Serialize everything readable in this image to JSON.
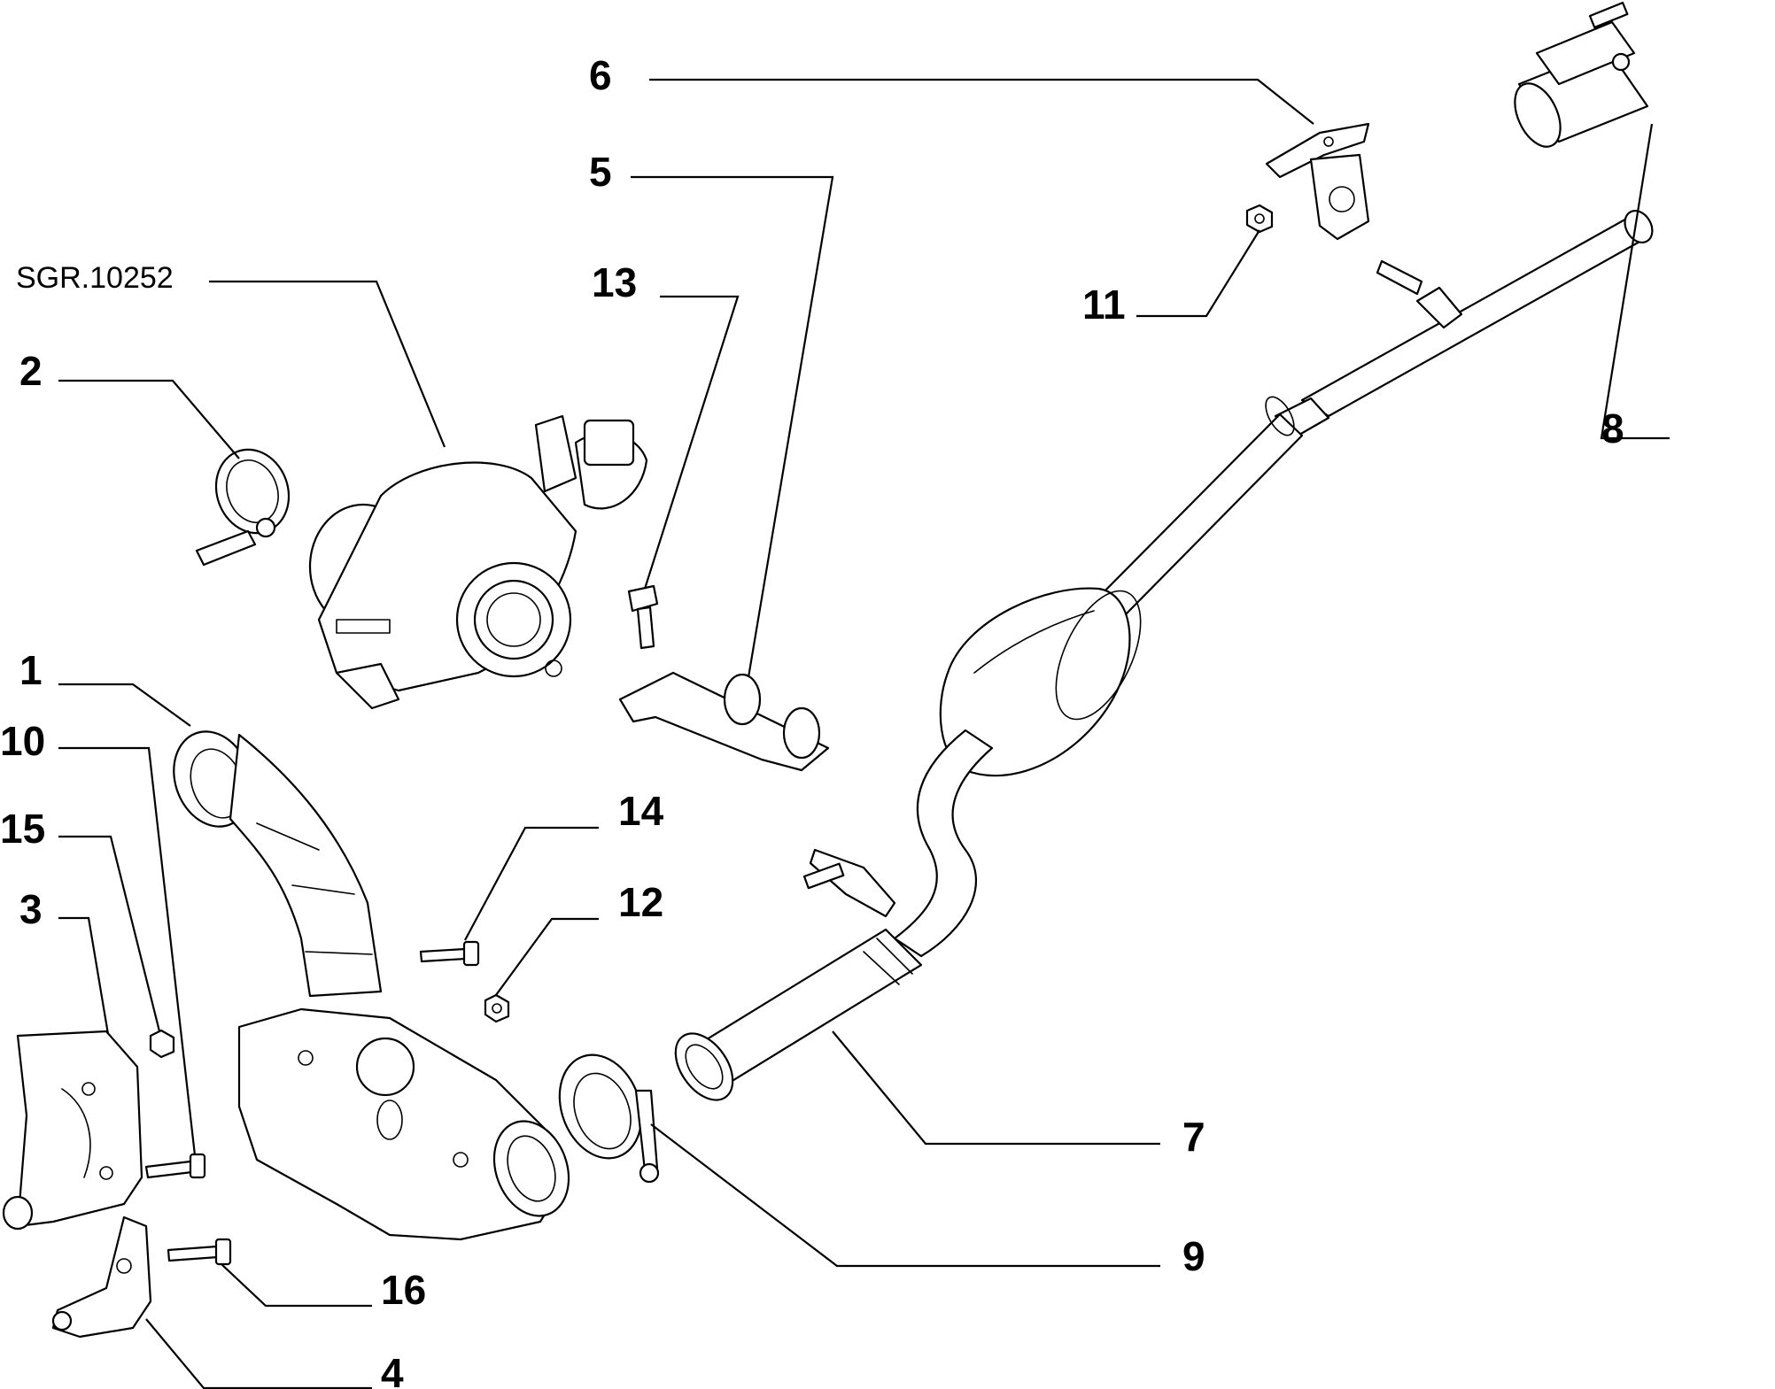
{
  "diagram": {
    "reference_code": "SGR.10252",
    "callouts": [
      {
        "id": "1",
        "label": "1"
      },
      {
        "id": "2",
        "label": "2"
      },
      {
        "id": "3",
        "label": "3"
      },
      {
        "id": "4",
        "label": "4"
      },
      {
        "id": "5",
        "label": "5"
      },
      {
        "id": "6",
        "label": "6"
      },
      {
        "id": "7",
        "label": "7"
      },
      {
        "id": "8",
        "label": "8"
      },
      {
        "id": "9",
        "label": "9"
      },
      {
        "id": "10",
        "label": "10"
      },
      {
        "id": "11",
        "label": "11"
      },
      {
        "id": "12",
        "label": "12"
      },
      {
        "id": "13",
        "label": "13"
      },
      {
        "id": "14",
        "label": "14"
      },
      {
        "id": "15",
        "label": "15"
      },
      {
        "id": "16",
        "label": "16"
      }
    ]
  }
}
